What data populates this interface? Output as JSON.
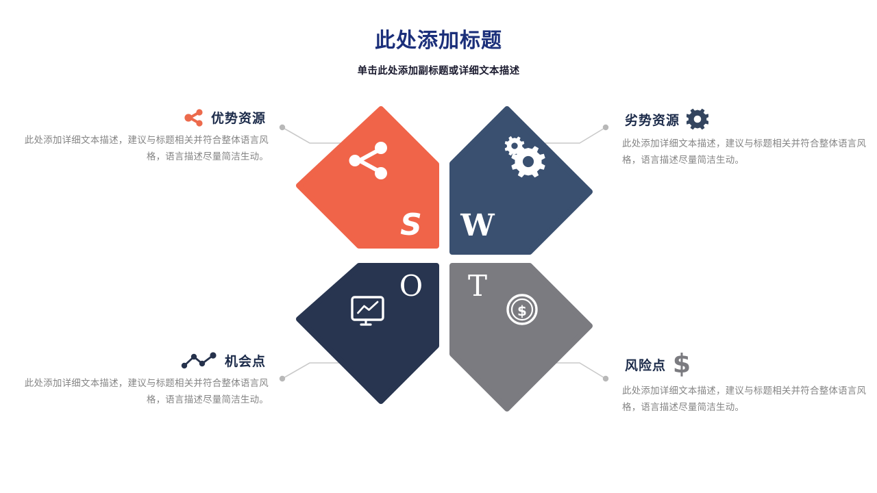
{
  "header": {
    "title": "此处添加标题",
    "subtitle": "单击此处添加副标题或详细文本描述"
  },
  "palette": {
    "title_blue": "#1b2f7a",
    "strength_orange": "#f06449",
    "weakness_steel": "#3a5070",
    "opportunity_navy": "#283550",
    "threat_gray": "#7b7b80",
    "body_text_gray": "#858585",
    "heading_navy": "#1c2b4a",
    "connector_gray": "#bdbdbd"
  },
  "quadrants": [
    {
      "key": "S",
      "letter": "S",
      "color": "#f06449",
      "shape_icon": "share-nodes-icon",
      "position": "top-left"
    },
    {
      "key": "W",
      "letter": "W",
      "color": "#3a5070",
      "shape_icon": "gears-icon",
      "position": "top-right"
    },
    {
      "key": "O",
      "letter": "O",
      "color": "#283550",
      "shape_icon": "monitor-chart-icon",
      "position": "bottom-left"
    },
    {
      "key": "T",
      "letter": "T",
      "color": "#7b7b80",
      "shape_icon": "coin-dollar-icon",
      "position": "bottom-right"
    }
  ],
  "blocks": {
    "strength": {
      "icon": "share-nodes-icon",
      "icon_color": "#ec6a4c",
      "title": "优势资源",
      "body": "此处添加详细文本描述，建议与标题相关并符合整体语言风格，语言描述尽量简洁生动。"
    },
    "weakness": {
      "icon": "gear-icon",
      "icon_color": "#34455f",
      "title": "劣势资源",
      "body": "此处添加详细文本描述，建议与标题相关并符合整体语言风格，语言描述尽量简洁生动。"
    },
    "opportunity": {
      "icon": "line-chart-icon",
      "icon_color": "#26324c",
      "title": "机会点",
      "body": "此处添加详细文本描述，建议与标题相关并符合整体语言风格，语言描述尽量简洁生动。"
    },
    "threat": {
      "icon": "dollar-sign-icon",
      "icon_color": "#7b7b80",
      "title": "风险点",
      "body": "此处添加详细文本描述，建议与标题相关并符合整体语言风格，语言描述尽量简洁生动。"
    }
  }
}
